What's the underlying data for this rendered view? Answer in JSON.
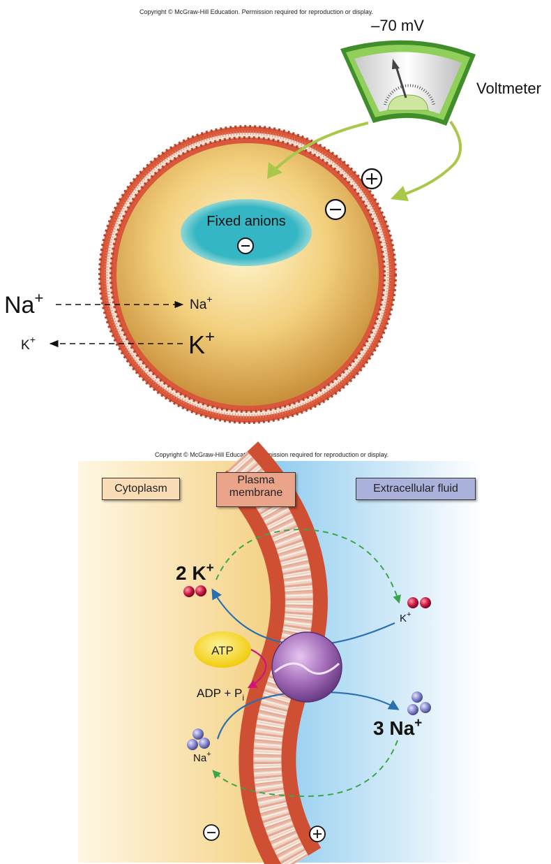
{
  "figure1": {
    "copyright": "Copyright © McGraw-Hill Education. Permission required for reproduction or display.",
    "voltage_reading": "–70 mV",
    "voltmeter_label": "Voltmeter",
    "fixed_anions_label": "Fixed anions",
    "na_outside": "Na",
    "na_inside": "Na",
    "k_outside": "K",
    "k_inside": "K",
    "plus_sup": "+"
  },
  "figure2": {
    "copyright": "Copyright © McGraw-Hill Education. Permission required for reproduction or display.",
    "cytoplasm_label": "Cytoplasm",
    "plasma_membrane_line1": "Plasma",
    "plasma_membrane_line2": "membrane",
    "extracellular_label": "Extracellular fluid",
    "two_k": "2 K",
    "k_ext": "K",
    "atp_label": "ATP",
    "adp_label": "ADP + P",
    "adp_sub": "i",
    "three_na": "3 Na",
    "na_int": "Na",
    "plus_sup": "+"
  },
  "colors": {
    "membrane": "#d9573b",
    "cytoplasm": "#f2c46e",
    "anion_region": "#35b6c4",
    "voltmeter_green": "#5aa43c",
    "arrow_green": "#a9c84a",
    "k_ion": "#c0143c",
    "na_ion": "#7f80c8",
    "pump": "#9a62b0",
    "atp": "#f3d21b",
    "extracellular_box": "#aab2dc",
    "cytoplasm_box": "#f8ddb6",
    "membrane_box": "#eaa48a"
  }
}
